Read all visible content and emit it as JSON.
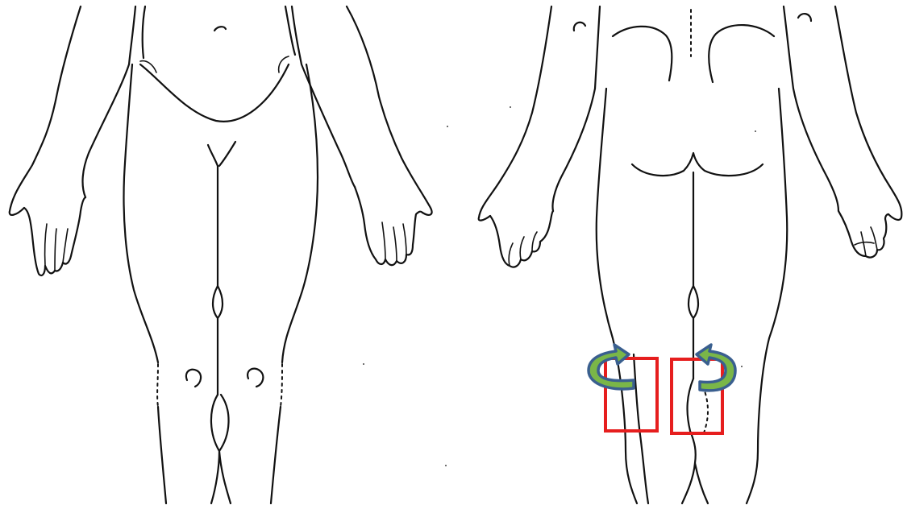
{
  "diagram": {
    "views": [
      {
        "id": "front",
        "label": ""
      },
      {
        "id": "back",
        "label": ""
      }
    ],
    "markers": [
      {
        "type": "rectangle",
        "color": "#e61e1e",
        "region": "back-left-knee"
      },
      {
        "type": "rectangle",
        "color": "#e61e1e",
        "region": "back-right-knee"
      },
      {
        "type": "curved-arrow",
        "fill": "#7ab648",
        "stroke": "#3a5f8f",
        "direction": "outward-left"
      },
      {
        "type": "curved-arrow",
        "fill": "#7ab648",
        "stroke": "#3a5f8f",
        "direction": "outward-right"
      }
    ],
    "colors": {
      "line": "#111111",
      "marker_box": "#e61e1e",
      "arrow_fill": "#7ab648",
      "arrow_outline": "#3a5f8f",
      "background": "#ffffff"
    }
  }
}
